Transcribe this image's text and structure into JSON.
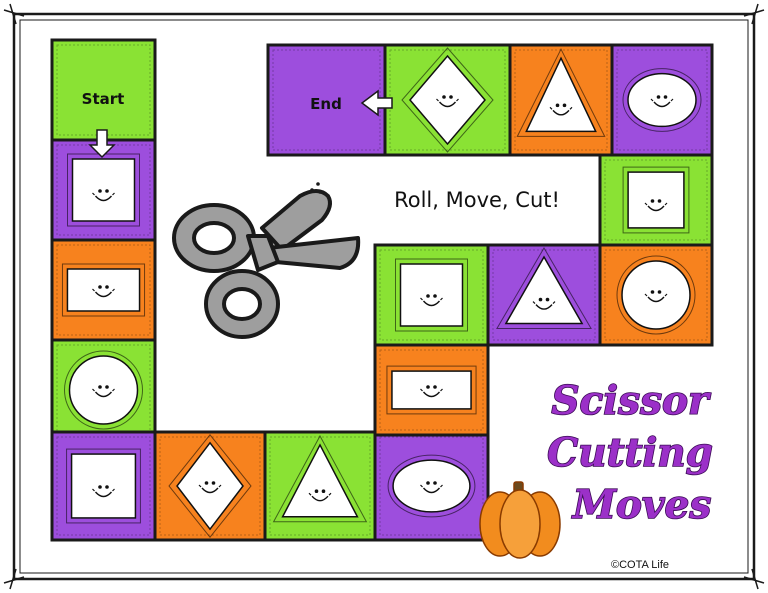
{
  "board": {
    "start_label": "Start",
    "end_label": "End",
    "tagline": "Roll, Move, Cut!",
    "title_lines": [
      "Scissor",
      "Cutting",
      "Moves"
    ],
    "credit": "©COTA Life"
  },
  "colors": {
    "green": "#8ae234",
    "purple": "#9d4edd",
    "orange": "#f7821e",
    "border": "#1a1a1a",
    "scissors_gray": "#9e9e9e",
    "pumpkin": "#f28c1e"
  },
  "spaces": [
    {
      "name": "start-space",
      "color": "green",
      "shape": "label"
    },
    {
      "name": "space-1",
      "color": "purple",
      "shape": "square"
    },
    {
      "name": "space-2",
      "color": "orange",
      "shape": "rectangle"
    },
    {
      "name": "space-3",
      "color": "green",
      "shape": "circle"
    },
    {
      "name": "space-4",
      "color": "purple",
      "shape": "square"
    },
    {
      "name": "space-5",
      "color": "orange",
      "shape": "diamond"
    },
    {
      "name": "space-6",
      "color": "green",
      "shape": "triangle"
    },
    {
      "name": "space-7",
      "color": "purple",
      "shape": "oval"
    },
    {
      "name": "space-8",
      "color": "orange",
      "shape": "rectangle"
    },
    {
      "name": "space-9",
      "color": "green",
      "shape": "square"
    },
    {
      "name": "space-10",
      "color": "purple",
      "shape": "triangle"
    },
    {
      "name": "space-11",
      "color": "orange",
      "shape": "circle"
    },
    {
      "name": "space-12",
      "color": "green",
      "shape": "square"
    },
    {
      "name": "space-13",
      "color": "purple",
      "shape": "oval"
    },
    {
      "name": "space-14",
      "color": "orange",
      "shape": "triangle"
    },
    {
      "name": "space-15",
      "color": "green",
      "shape": "diamond"
    },
    {
      "name": "end-space",
      "color": "purple",
      "shape": "label"
    }
  ]
}
